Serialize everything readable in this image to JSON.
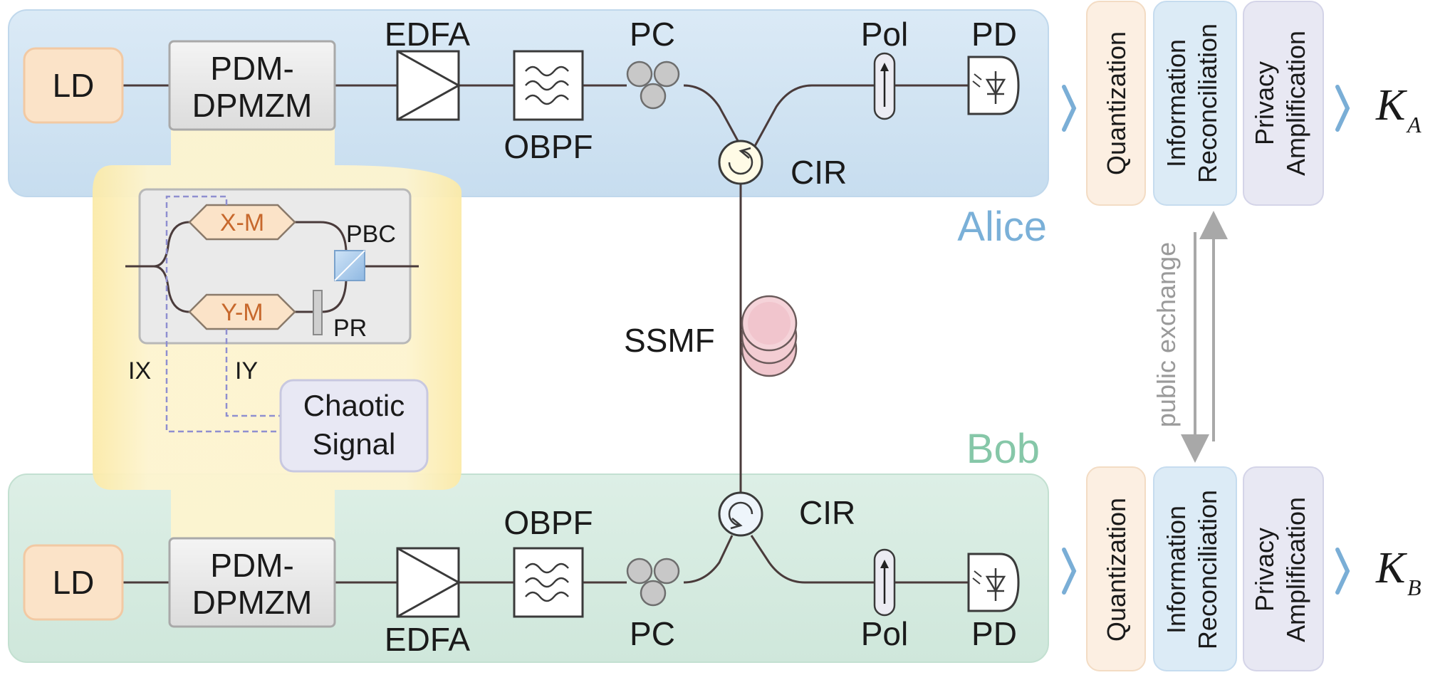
{
  "alice": {
    "name": "Alice",
    "ld": "LD",
    "modulator": [
      "PDM-",
      "DPMZM"
    ],
    "edfa": "EDFA",
    "obpf": "OBPF",
    "pc": "PC",
    "circulator": "CIR",
    "polarizer": "Pol",
    "detector": "PD"
  },
  "bob": {
    "name": "Bob",
    "ld": "LD",
    "modulator": [
      "PDM-",
      "DPMZM"
    ],
    "edfa": "EDFA",
    "obpf": "OBPF",
    "pc": "PC",
    "circulator": "CIR",
    "polarizer": "Pol",
    "detector": "PD"
  },
  "link": {
    "fiber": "SSMF"
  },
  "inset": {
    "x_mod": "X-M",
    "y_mod": "Y-M",
    "pbc": "PBC",
    "pr": "PR",
    "ix": "IX",
    "iy": "IY",
    "chaotic_signal": [
      "Chaotic",
      "Signal"
    ]
  },
  "postprocess": {
    "quantization": "Quantization",
    "information_reconciliation": [
      "Information",
      "Reconciliation"
    ],
    "privacy_amplification": [
      "Privacy",
      "Amplification"
    ],
    "public_exchange": "public exchange",
    "key_a": {
      "symbol": "K",
      "subscript": "A"
    },
    "key_b": {
      "symbol": "K",
      "subscript": "B"
    }
  },
  "colors": {
    "alice_panel": "#cfe3f1",
    "bob_panel": "#d6ece2",
    "alice_text": "#7ab0d8",
    "bob_text": "#86c7a8",
    "inset_glow": "#fdf4c8",
    "ld_fill": "#fbe3c8",
    "quant_fill": "#fcefe2",
    "recon_fill": "#dcebf6",
    "priv_fill": "#e8e8f3",
    "chevron": "#7aaed6",
    "spool": "#f2c3cb"
  }
}
